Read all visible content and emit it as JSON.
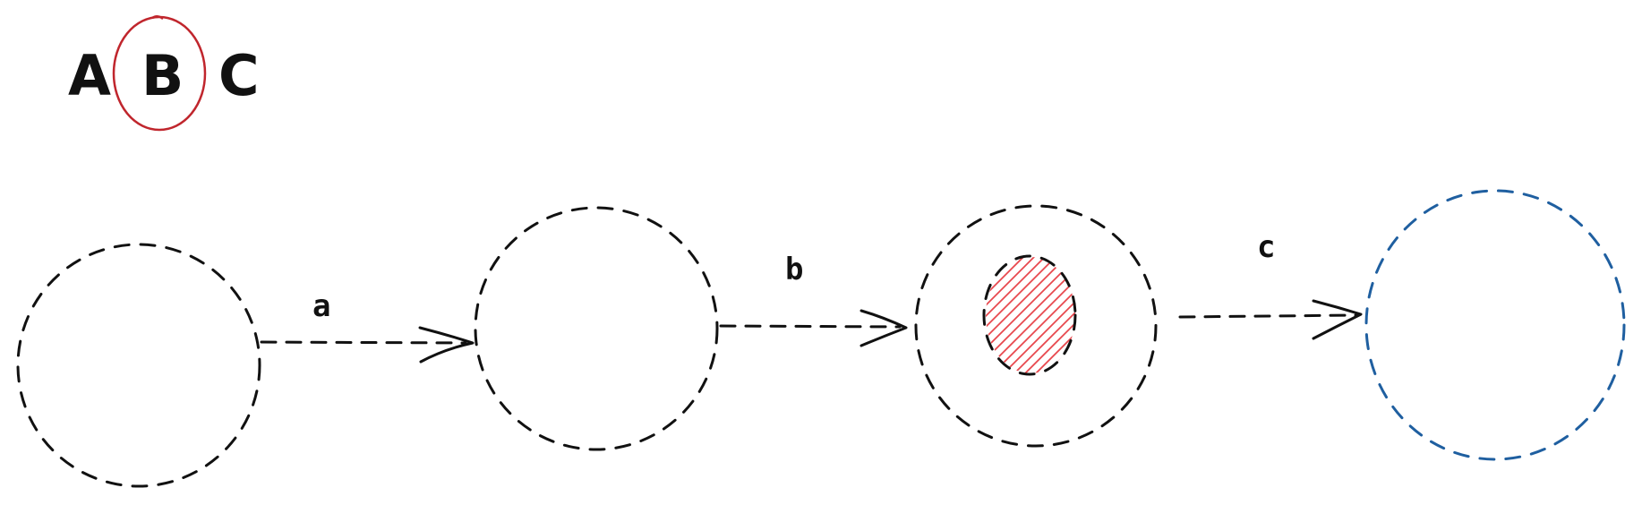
{
  "header_letters": [
    {
      "text": "A",
      "highlighted": false
    },
    {
      "text": "B",
      "highlighted": true
    },
    {
      "text": "C",
      "highlighted": false
    }
  ],
  "highlight_color": "#c0262d",
  "states": [
    {
      "id": "state-1",
      "border_color": "#111111",
      "inner_circle": false
    },
    {
      "id": "state-2",
      "border_color": "#111111",
      "inner_circle": false
    },
    {
      "id": "state-3",
      "border_color": "#111111",
      "inner_circle": true,
      "inner_fill": "hatched",
      "inner_fill_color": "#e8484e"
    },
    {
      "id": "state-4",
      "border_color": "#1f5fa0",
      "inner_circle": false
    }
  ],
  "transitions": [
    {
      "from": "state-1",
      "to": "state-2",
      "label": "a"
    },
    {
      "from": "state-2",
      "to": "state-3",
      "label": "b"
    },
    {
      "from": "state-3",
      "to": "state-4",
      "label": "c"
    }
  ]
}
